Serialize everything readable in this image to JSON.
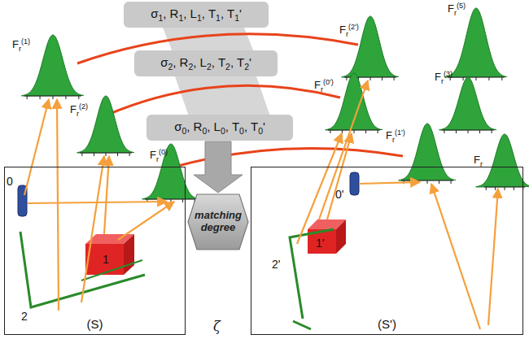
{
  "diagram": {
    "nodes": [
      {
        "text": [
          "σ1, R1, L1, T1, T1'"
        ]
      },
      {
        "text": [
          "σ2, R2, L2, T2, T2'"
        ]
      },
      {
        "text": [
          "σ0, R0, L0, T0, T0'"
        ]
      },
      {
        "text": [
          "(S)"
        ]
      },
      {
        "text": [
          "matching degree"
        ]
      },
      {
        "text": [
          "(S')"
        ]
      }
    ],
    "edges": [
      {
        "from": 2,
        "to": 4,
        "arrow": "to"
      }
    ],
    "labels": [
      "0",
      "1",
      "2",
      "0'",
      "1'",
      "2'",
      "Fr(1)",
      "Fr(2)",
      "Fr(0)",
      "Fr(2')",
      "Fr(0')",
      "Fr(1')",
      "Fr(5)",
      "Fr(3)",
      "Fr",
      "ζ"
    ]
  }
}
